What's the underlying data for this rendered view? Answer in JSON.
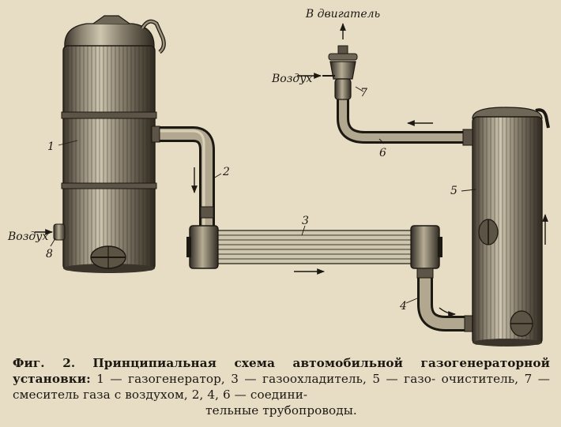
{
  "labels": {
    "to_engine": "В двигатель",
    "air_top": "Воздух",
    "air_left": "Воздух"
  },
  "callouts": [
    "1",
    "2",
    "3",
    "4",
    "5",
    "6",
    "7",
    "8"
  ],
  "caption": {
    "fig": "Фиг. 2.",
    "title": "Принципиальная схема автомобильной газогенераторной установки:",
    "items_line2": "1 — газогенератор, 3 — газоохладитель, 5 — газо-",
    "items_line3": "очиститель, 7 — смеситель газа с воздухом, 2, 4, 6 — соедини-",
    "items_line4": "тельные трубопроводы."
  }
}
